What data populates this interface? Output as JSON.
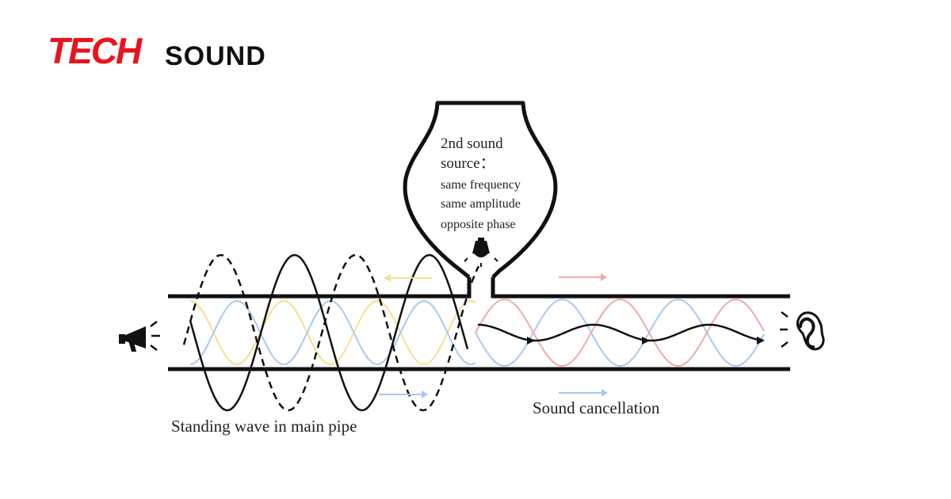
{
  "logo": {
    "brand_part1": "TECH",
    "brand_part2": "SOUND",
    "colors": {
      "tech": "#e8141c",
      "sound": "#111111"
    }
  },
  "diagram": {
    "source_label": {
      "line1": "2nd sound",
      "line2": "source：",
      "line3": "same frequency",
      "line4": "same amplitude",
      "line5": "opposite phase"
    },
    "standing_wave_label": "Standing wave in main pipe",
    "cancellation_label": "Sound cancellation",
    "icons": [
      "megaphone-icon",
      "speaker-icon",
      "ear-icon"
    ],
    "colors": {
      "pipe": "#111111",
      "wave_blue": "#a9c9ee",
      "wave_yellow": "#f6df8e",
      "wave_pink": "#efaaaa",
      "standing_wave": "#111111"
    }
  }
}
